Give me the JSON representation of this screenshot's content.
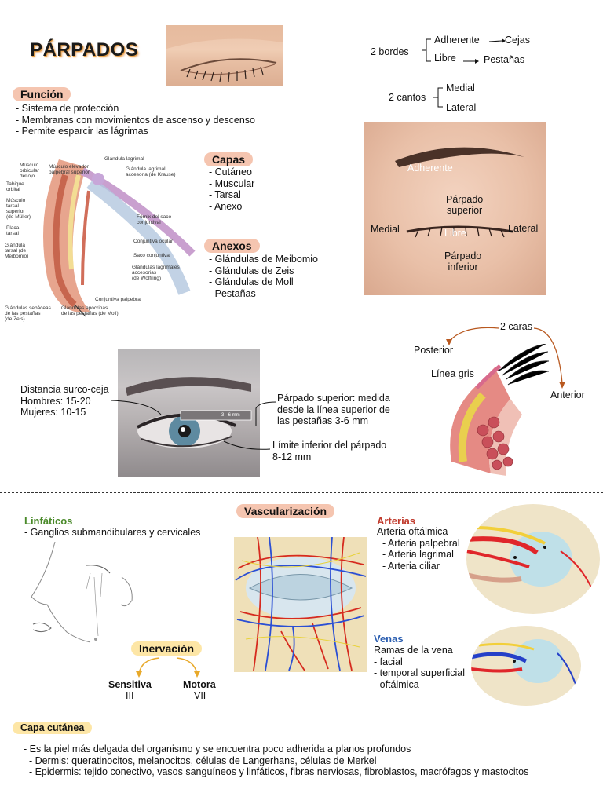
{
  "title": "PÁRPADOS",
  "funcion": {
    "heading": "Función",
    "items": [
      "- Sistema de protección",
      "- Membranas con movimientos de ascenso y descenso",
      "- Permite esparcir las lágrimas"
    ]
  },
  "bordes": {
    "label": "2 bordes",
    "adherente": "Adherente",
    "cejas": "Cejas",
    "libre": "Libre",
    "pestanas": "Pestañas"
  },
  "cantos": {
    "label": "2 cantos",
    "medial": "Medial",
    "lateral": "Lateral"
  },
  "eye_photo_labels": {
    "adherente": "Adherente",
    "parpado_superior": "Párpado\nsuperior",
    "medial": "Medial",
    "libre": "Libre",
    "lateral": "Lateral",
    "parpado_inferior": "Párpado\ninferior"
  },
  "capas": {
    "heading": "Capas",
    "items": [
      "- Cutáneo",
      "- Muscular",
      "- Tarsal",
      "- Anexo"
    ]
  },
  "anexos": {
    "heading": "Anexos",
    "items": [
      "- Glándulas de Meibomio",
      "- Glándulas de Zeis",
      "- Glándulas de Moll",
      "- Pestañas"
    ]
  },
  "diagram_labels": {
    "m_orbicular": "Músculo\norbicular\ndel ojo",
    "m_elevador": "Músculo elevador\npalpebral superior",
    "gl_lagrimal": "Glándula lagrimal",
    "gl_krause": "Glándula lagrimal\naccesoria (de Krause)",
    "tabique": "Tabique\norbital",
    "m_muller": "Músculo\ntarsal\nsuperior\n(de Müller)",
    "placa": "Placa\ntarsal",
    "fornix": "Fórnix del saco\nconjuntival",
    "conj_ocular": "Conjuntiva ocular",
    "gl_meibomio": "Glándula\ntarsal (de\nMeibomio)",
    "saco": "Saco conjuntival",
    "gl_wolfring": "Glándulas lagrimales\naccesorias\n(de Wolfring)",
    "conj_palpebral": "Conjuntiva palpebral",
    "gl_zeis": "Glándulas sebáceas\nde las pestañas\n(de Zeis)",
    "gl_moll": "Glándulas apocrinas\nde las pestañas (de Moll)"
  },
  "medidas": {
    "surco_ceja": "Distancia surco-ceja\nHombres: 15-20\nMujeres: 10-15",
    "escala": "3 - 6 mm",
    "parpado_sup": "Párpado superior: medida\ndesde la línea superior de\nlas pestañas 3-6 mm",
    "limite_inf": "Límite inferior del párpado\n8-12 mm"
  },
  "caras": {
    "label": "2 caras",
    "posterior": "Posterior",
    "linea_gris": "Línea gris",
    "anterior": "Anterior"
  },
  "linfaticos": {
    "heading": "Linfáticos",
    "text": "- Ganglios submandibulares y cervicales"
  },
  "vascularizacion": {
    "heading": "Vascularización"
  },
  "arterias": {
    "heading": "Arterias",
    "items": [
      "Arteria oftálmica",
      "  - Arteria palpebral",
      "  - Arteria lagrimal",
      "  - Arteria ciliar"
    ]
  },
  "venas": {
    "heading": "Venas",
    "items": [
      "Ramas de la vena",
      "- facial",
      "- temporal superficial",
      "- oftálmica"
    ]
  },
  "inervacion": {
    "heading": "Inervación",
    "sensitiva": "Sensitiva",
    "sensitiva_n": "III",
    "motora": "Motora",
    "motora_n": "VII"
  },
  "capa_cutanea": {
    "heading": "Capa cutánea",
    "items": [
      "- Es la piel más delgada del organismo y se encuentra poco adherida a planos profundos",
      "  - Dermis: queratinocitos, melanocitos, células de Langerhans, células de Merkel",
      "  - Epidermis: tejido conectivo, vasos sanguíneos y linfáticos, fibras nerviosas, fibroblastos, macrófagos y mastocitos"
    ]
  },
  "colors": {
    "pill": "#f5c5b0",
    "pill_yellow": "#fde6a6",
    "green": "#4a8a2a",
    "red": "#c0392b",
    "blue": "#2a5db0",
    "arrow_orange": "#b8581f"
  }
}
